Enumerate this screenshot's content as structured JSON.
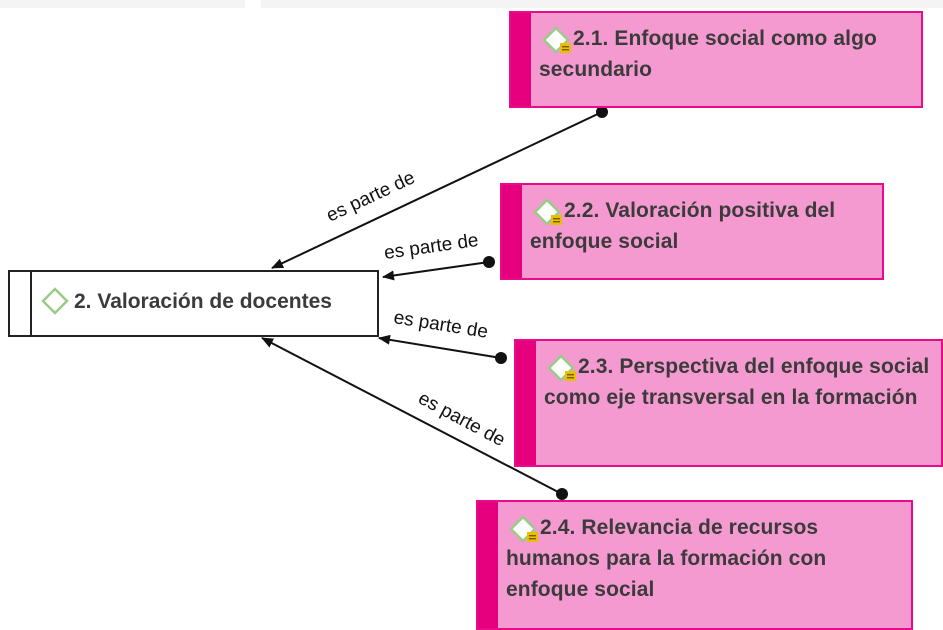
{
  "diagram": {
    "root": {
      "label": "2. Valoración de docentes"
    },
    "nodes": [
      {
        "id": "n21",
        "label": "2.1. Enfoque social como algo secundario"
      },
      {
        "id": "n22",
        "label": "2.2. Valoración positiva del enfoque social"
      },
      {
        "id": "n23",
        "label": "2.3. Perspectiva del enfoque social como eje transversal en la formación"
      },
      {
        "id": "n24",
        "label": "2.4. Relevancia de recursos humanos para la formación con enfoque social"
      }
    ],
    "relation_label": "es parte de"
  },
  "colors": {
    "node_fill": "#f59ad0",
    "node_bar": "#e6007e",
    "node_border": "#ea0a8c",
    "icon_outline": "#9acb86",
    "memo_badge": "#e8c000"
  },
  "icons": {
    "code": "diamond-code-icon",
    "memo": "memo-badge-icon"
  }
}
